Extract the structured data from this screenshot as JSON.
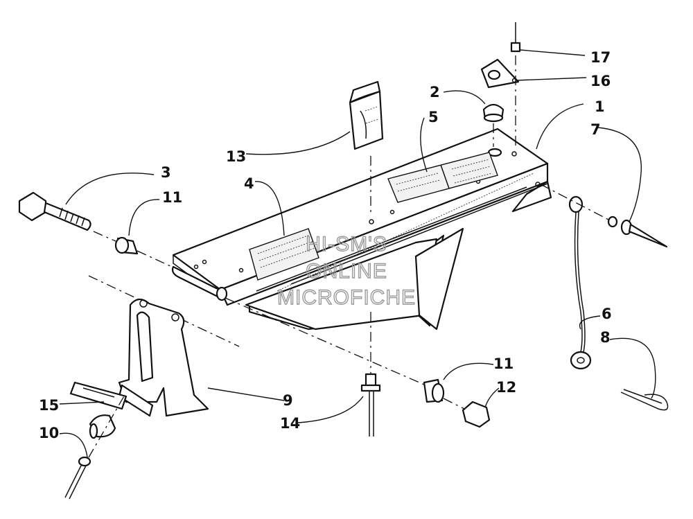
{
  "watermark": {
    "line1": "HI-SM'S",
    "line2": "ONLINE",
    "line3": "MICROFICHE"
  },
  "callouts": {
    "c1": "1",
    "c2": "2",
    "c3": "3",
    "c4": "4",
    "c5": "5",
    "c6": "6",
    "c7": "7",
    "c8": "8",
    "c9": "9",
    "c10": "10",
    "c11a": "11",
    "c11b": "11",
    "c12": "12",
    "c13": "13",
    "c14": "14",
    "c15": "15",
    "c16": "16",
    "c17": "17"
  }
}
